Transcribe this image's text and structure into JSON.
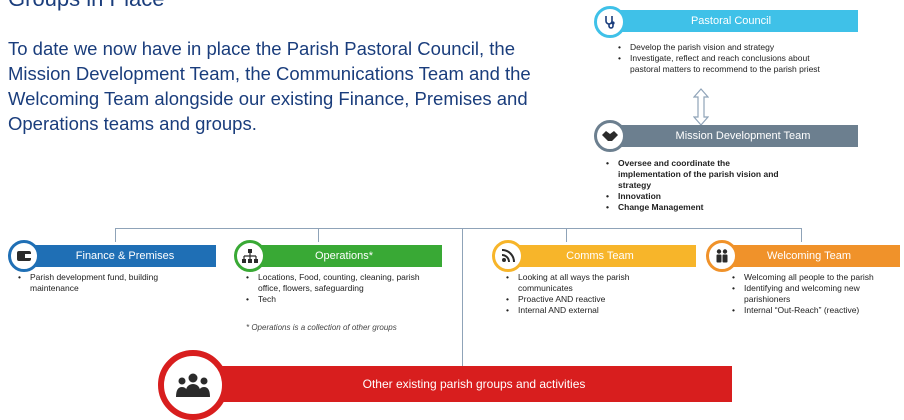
{
  "heading": "Groups in Place",
  "intro": "To date we now have in place the Parish Pastoral Council, the Mission Development Team, the Communications Team and the Welcoming Team alongside our existing Finance, Premises and Operations teams and groups.",
  "colors": {
    "pastoral": "#3fc1e8",
    "mission": "#6c7f8f",
    "finance": "#1f6fb5",
    "operations": "#39a935",
    "comms": "#f7b52a",
    "welcoming": "#f0922a",
    "other": "#d81e1e",
    "heading_text": "#1a3d7c"
  },
  "pastoral": {
    "title": "Pastoral Council",
    "icon": "stethoscope-icon",
    "bullets": [
      "Develop the parish vision and strategy",
      "Investigate, reflect and reach conclusions about pastoral matters to recommend to the parish priest"
    ]
  },
  "mission": {
    "title": "Mission Development Team",
    "icon": "handshake-icon",
    "bullets": [
      "Oversee and coordinate the implementation of the parish vision and strategy",
      "Innovation",
      "Change Management"
    ]
  },
  "teams": {
    "finance": {
      "title": "Finance & Premises",
      "icon": "wallet-icon",
      "bullets": [
        "Parish development fund, building maintenance"
      ]
    },
    "operations": {
      "title": "Operations*",
      "icon": "hierarchy-icon",
      "bullets": [
        "Locations, Food, counting, cleaning, parish office, flowers, safeguarding",
        "Tech"
      ],
      "note": "* Operations is a collection of other groups"
    },
    "comms": {
      "title": "Comms Team",
      "icon": "rss-icon",
      "bullets": [
        "Looking at all ways the parish communicates",
        "Proactive AND reactive",
        "Internal AND external"
      ]
    },
    "welcoming": {
      "title": "Welcoming Team",
      "icon": "people-icon",
      "bullets": [
        "Welcoming all people to the parish",
        "Identifying and welcoming new parishioners",
        "Internal “Out-Reach” (reactive)"
      ]
    }
  },
  "other": {
    "title": "Other existing parish groups and activities",
    "icon": "group-icon"
  }
}
